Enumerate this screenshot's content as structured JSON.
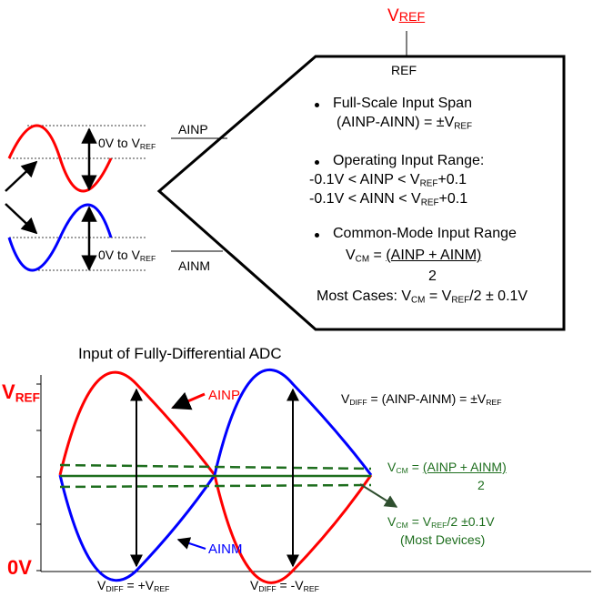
{
  "colors": {
    "ainp": "#ff0000",
    "ainm": "#0000ff",
    "vcm": "#1e6e1e",
    "outline": "#000000"
  },
  "top": {
    "vref_label": "REF",
    "vref_prefix": "V",
    "ref_pin": "REF",
    "ainp_pin": "AINP",
    "ainm_pin": "AINM",
    "range_upper": {
      "prefix": "0V to V",
      "sub": "REF"
    },
    "range_lower": {
      "prefix": "0V to V",
      "sub": "REF"
    },
    "spec": {
      "b1_title": "Full-Scale Input Span",
      "b1_line": "(AINP-AINN) = ±V",
      "b1_sub": "REF",
      "b2_title": "Operating Input Range:",
      "b2_l1_a": "-0.1V < AINP < V",
      "b2_l1_sub": "REF",
      "b2_l1_b": "+0.1",
      "b2_l2_a": "-0.1V < AINN < V",
      "b2_l2_sub": "REF",
      "b2_l2_b": "+0.1",
      "b3_title": "Common-Mode Input Range",
      "b3_v": "V",
      "b3_sub": "CM",
      "b3_eq": " = ",
      "b3_num": "(AINP + AINM)",
      "b3_den": "2",
      "b4_a": "Most Cases: V",
      "b4_sub1": "CM",
      "b4_b": " = V",
      "b4_sub2": "REF",
      "b4_c": "/2 ± 0.1V"
    }
  },
  "bottom": {
    "title": "Input of Fully-Differential ADC",
    "y_top_prefix": "V",
    "y_top_sub": "REF",
    "y_bottom": "0V",
    "ainp_label": "AINP",
    "ainm_label": "AINM",
    "vdiff_a": "V",
    "vdiff_sub": "DIFF",
    "vdiff_b": " = (AINP-AINM) = ±V",
    "vdiff_sub2": "REF",
    "vcm_a": "V",
    "vcm_sub": "CM",
    "vcm_eq": " = ",
    "vcm_num": "(AINP + AINM)",
    "vcm_den": "2",
    "vcm2_a": "V",
    "vcm2_sub": "CM",
    "vcm2_b": " = V",
    "vcm2_sub2": "REF",
    "vcm2_c": "/2 ±0.1V",
    "vcm2_note": "(Most Devices)",
    "xl1_a": "V",
    "xl1_sub": "DIFF",
    "xl1_b": " = +V",
    "xl1_sub2": "REF",
    "xl2_a": "V",
    "xl2_sub": "DIFF",
    "xl2_b": " = -V",
    "xl2_sub2": "REF"
  }
}
